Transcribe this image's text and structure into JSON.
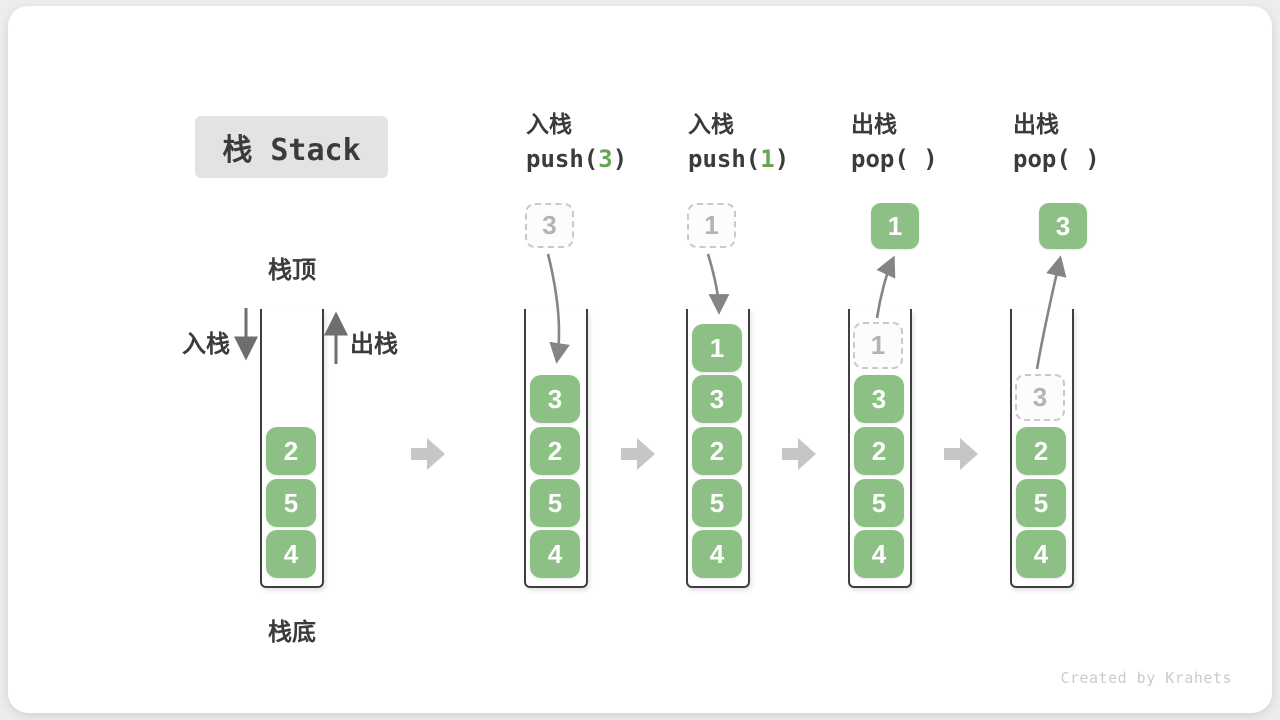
{
  "title": "栈 Stack",
  "legend": {
    "stack_top": "栈顶",
    "stack_bottom": "栈底",
    "push_side": "入栈",
    "pop_side": "出栈"
  },
  "operations": [
    {
      "name": "入栈",
      "code_pre": "push(",
      "code_arg": "3",
      "code_post": ")"
    },
    {
      "name": "入栈",
      "code_pre": "push(",
      "code_arg": "1",
      "code_post": ")"
    },
    {
      "name": "出栈",
      "code_pre": "pop(",
      "code_arg": " ",
      "code_post": ")"
    },
    {
      "name": "出栈",
      "code_pre": "pop(",
      "code_arg": " ",
      "code_post": ")"
    }
  ],
  "stacks": [
    {
      "items": [
        "2",
        "5",
        "4"
      ]
    },
    {
      "incoming": "3",
      "items": [
        "3",
        "2",
        "5",
        "4"
      ]
    },
    {
      "incoming": "1",
      "items": [
        "1",
        "3",
        "2",
        "5",
        "4"
      ]
    },
    {
      "outgoing": "1",
      "ghost": "1",
      "items": [
        "3",
        "2",
        "5",
        "4"
      ]
    },
    {
      "outgoing": "3",
      "ghost": "3",
      "items": [
        "2",
        "5",
        "4"
      ]
    }
  ],
  "footer": "Created by Krahets",
  "colors": {
    "green": "#8CC084",
    "green_dark": "#67A556",
    "dashed_border": "#c9c9c9",
    "ghost_text": "#b3b3b3",
    "arrow": "#858585",
    "block_arrow": "#c6c6c6",
    "wall": "#3f3f3f",
    "text_dark": "#3b3b3b",
    "chip_bg": "#e3e3e3",
    "footer_col": "#cbcbcb"
  }
}
